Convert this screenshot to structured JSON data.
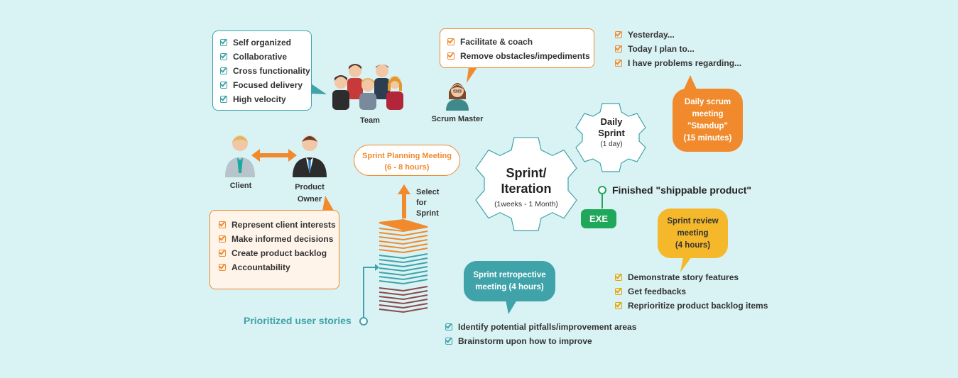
{
  "team": {
    "items": [
      "Self organized",
      "Collaborative",
      "Cross functionality",
      "Focused delivery",
      "High velocity"
    ],
    "label": "Team"
  },
  "scrum_master": {
    "items": [
      "Facilitate & coach",
      "Remove obstacles/impediments"
    ],
    "label": "Scrum Master"
  },
  "daily_questions": [
    "Yesterday...",
    "Today I plan to...",
    "I have problems regarding..."
  ],
  "daily_scrum": {
    "line1": "Daily scrum",
    "line2": "meeting",
    "line3": "\"Standup\"",
    "line4": "(15 minutes)"
  },
  "daily_sprint": {
    "title1": "Daily",
    "title2": "Sprint",
    "sub": "(1 day)"
  },
  "client_label": "Client",
  "product_owner": {
    "label1": "Product",
    "label2": "Owner",
    "items": [
      "Represent client interests",
      "Make informed decisions",
      "Create product backlog",
      "Accountability"
    ]
  },
  "sprint_planning": {
    "title": "Sprint Planning Meeting",
    "sub": "(6 - 8 hours)"
  },
  "select_for_sprint": [
    "Select",
    "for",
    "Sprint"
  ],
  "sprint": {
    "title1": "Sprint/",
    "title2": "Iteration",
    "sub": "(1weeks - 1 Month)"
  },
  "finished": "Finished \"shippable product\"",
  "exe": "EXE",
  "sprint_review": {
    "line1": "Sprint review",
    "line2": "meeting",
    "line3": "(4 hours)"
  },
  "review_items": [
    "Demonstrate story features",
    "Get feedbacks",
    "Reprioritize product backlog items"
  ],
  "retrospective": {
    "line1": "Sprint retropective",
    "line2": "meeting (4 hours)"
  },
  "retro_items": [
    "Identify potential pitfalls/improvement areas",
    "Brainstorm upon how to improve"
  ],
  "prioritized": "Prioritized user stories",
  "colors": {
    "teal": "#3fa3a9",
    "orange": "#f08a2c",
    "yellow": "#f5b82a",
    "green": "#1fa85a",
    "background": "#d9f2f4"
  }
}
